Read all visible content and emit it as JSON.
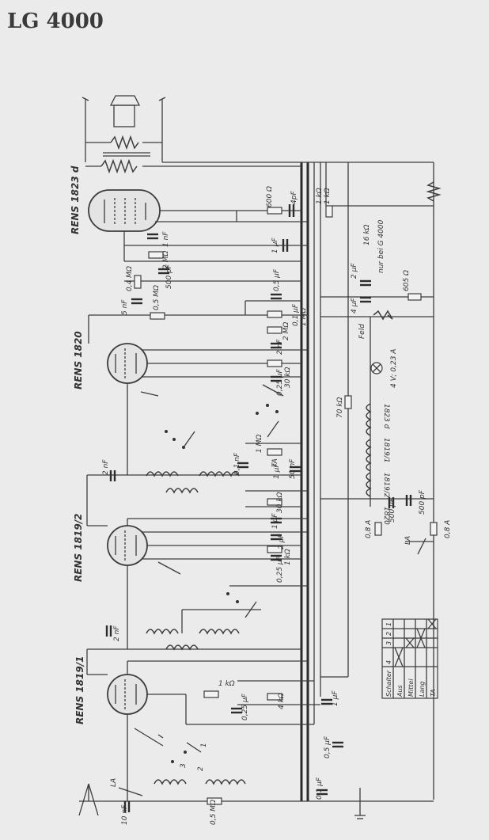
{
  "title": "LG 4000",
  "tubes": [
    {
      "label": "RENS 1823 d"
    },
    {
      "label": "RENS 1820"
    },
    {
      "label": "RENS 1819/2"
    },
    {
      "label": "RENS 1819/1"
    }
  ],
  "components": {
    "r_600": "600 Ω",
    "r_1k_a": "1 kΩ",
    "r_1k_b": "1 kΩ",
    "c_4pf": "4pF",
    "c_1uf_a": "1 μF",
    "c_1nf_a": "1 nF",
    "r_2m_a": "2 MΩ",
    "c_500pf_a": "500 pF",
    "r_04m": "0,4 MΩ",
    "c_5nf": "5 nF",
    "r_05m_a": "0,5 MΩ",
    "c_05uf_a": "0,5 μF",
    "r_2m_b": "2 MΩ",
    "c_01uf": "0,1 μF",
    "r_1m_a": "1 MΩ",
    "c_2nf_a": "2 nF",
    "c_025uf_a": "0,25 μF",
    "r_30k_a": "30 kΩ",
    "r_70k": "70 kΩ",
    "r_1m_b": "1 MΩ",
    "c_1uf_b": "1 μF",
    "c_50nf": "50 nF",
    "c_2nf_b": "2 nF",
    "c_01nf": "0,1 nF",
    "r_30k_b": "30 kΩ",
    "c_1uf_c": "1 μF",
    "c_2uf": "2 μF",
    "c_025uf_b": "0,25 μF",
    "r_1k_c": "1 kΩ",
    "c_2nf_c": "2 nF",
    "r_1k_d": "1 kΩ",
    "c_025uf_c": "0,25 μF",
    "r_4k": "4 kΩ",
    "c_1uf_d": "1 μF",
    "c_05uf_b": "0,5 μF",
    "c_01uf_b": "0,1 μF",
    "r_05m_b": "0,5 MΩ",
    "c_10nf": "10 nF",
    "r_16k": "16 kΩ",
    "nur_bei": "nur bei G 4000",
    "c_2uf_b": "2 μF",
    "c_4uf": "4 μF",
    "feld": "Feld",
    "r_605": "605 Ω",
    "lamp": "4 V; 0,23 A",
    "coil_1823": "1823 d",
    "coil_1819_1": "1819/1",
    "coil_1819_2": "1819/2",
    "coil_1820": "1820",
    "c_500pf_b": "500 pF",
    "c_500uf": "500 μF",
    "fuse_a": "0,8 A",
    "fuse_b": "0,8 A",
    "la_a": "LA",
    "la_b": "LA",
    "la_c": "LA",
    "ta": "TA",
    "sw_1": "1",
    "sw_2": "2",
    "sw_3": "3"
  },
  "switch_table": {
    "header_label": "Schalter",
    "columns": [
      "1",
      "2",
      "3",
      "4"
    ],
    "rows": [
      {
        "label": "Aus"
      },
      {
        "label": "Mittel"
      },
      {
        "label": "Lang"
      },
      {
        "label": "TA"
      }
    ]
  }
}
